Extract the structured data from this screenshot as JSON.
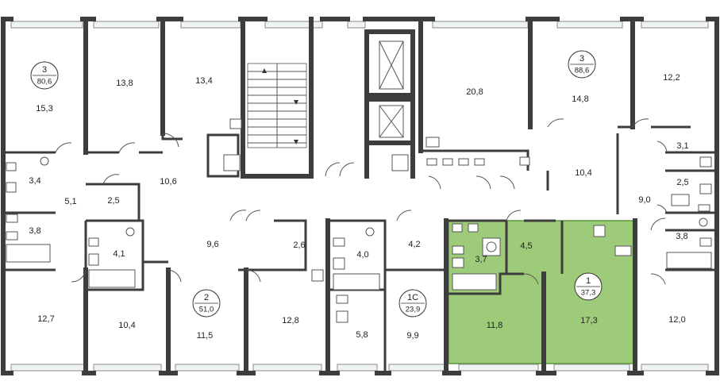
{
  "colors": {
    "highlight": "#9dcb7a",
    "highlight_border": "#5f9a3a",
    "wall": "#3d3d3d",
    "window_glass": "#eef3f5"
  },
  "apartments": [
    {
      "id": "apt-3-left",
      "rooms_label": "3",
      "total_area": "80,6"
    },
    {
      "id": "apt-3-right",
      "rooms_label": "3",
      "total_area": "88,6"
    },
    {
      "id": "apt-2",
      "rooms_label": "2",
      "total_area": "51,0"
    },
    {
      "id": "apt-1c",
      "rooms_label": "1С",
      "total_area": "23,9"
    },
    {
      "id": "apt-1",
      "rooms_label": "1",
      "total_area": "37,3",
      "highlighted": true
    }
  ],
  "room_areas": [
    "15,3",
    "13,8",
    "13,4",
    "20,8",
    "14,8",
    "12,2",
    "3,4",
    "10,6",
    "10,4",
    "3,1",
    "2,5",
    "5,1",
    "2,5",
    "9,0",
    "3,8",
    "9,6",
    "2,6",
    "4,1",
    "4,0",
    "4,2",
    "3,7",
    "4,5",
    "3,8",
    "12,7",
    "10,4",
    "11,5",
    "12,8",
    "5,8",
    "9,9",
    "11,8",
    "17,3",
    "12,0"
  ]
}
